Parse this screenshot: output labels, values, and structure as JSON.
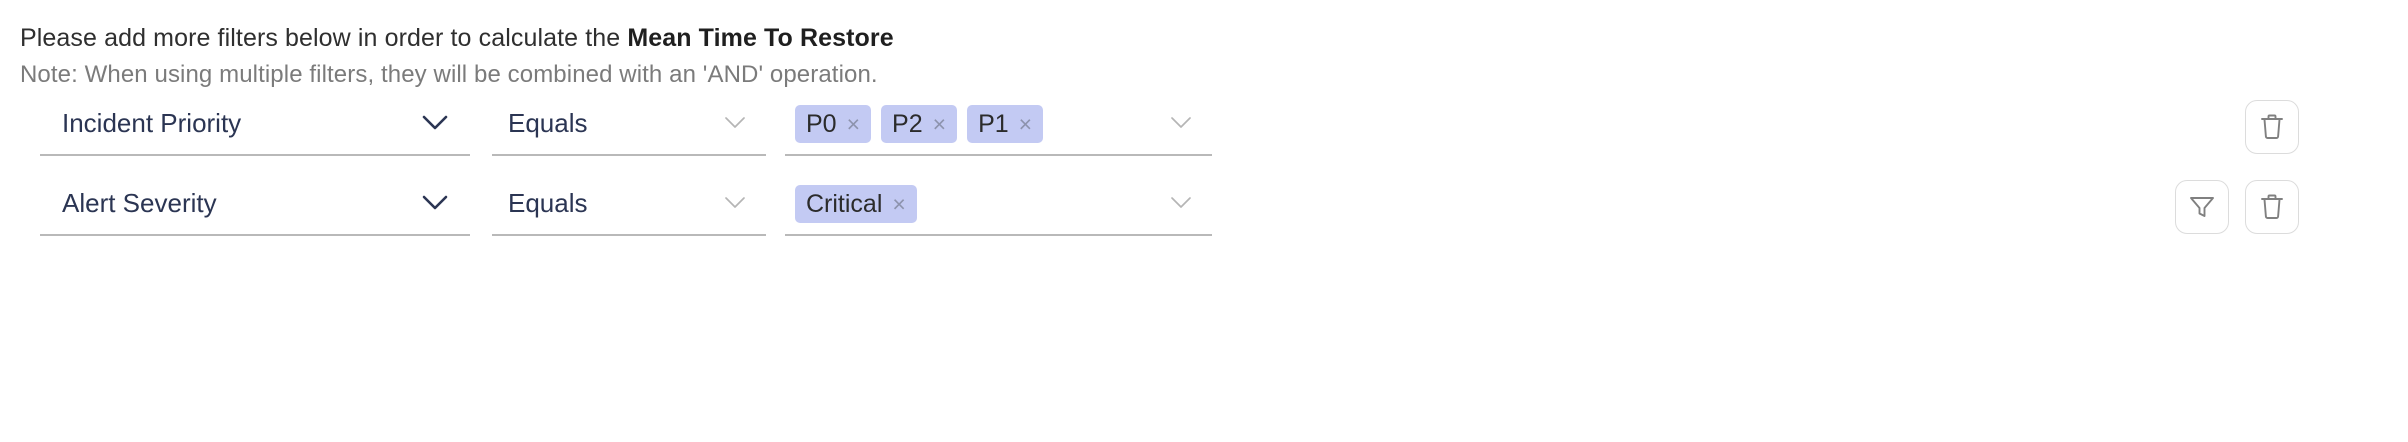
{
  "heading": {
    "prefix": "Please add more filters below in order to calculate the ",
    "metric": "Mean Time To Restore",
    "note": "Note: When using multiple filters, they will be combined with an 'AND' operation."
  },
  "icons": {
    "chevron_down": "chevron-down-icon",
    "trash": "trash-icon",
    "funnel": "funnel-icon",
    "remove": "×"
  },
  "colors": {
    "chip_background": "#c3caf3",
    "field_text": "#2b3553",
    "underline": "#b9b9b9",
    "note_text": "#7b7b7b"
  },
  "filters": [
    {
      "attribute": "Incident Priority",
      "operator": "Equals",
      "values": [
        "P0",
        "P2",
        "P1"
      ],
      "actions": [
        "trash"
      ]
    },
    {
      "attribute": "Alert Severity",
      "operator": "Equals",
      "values": [
        "Critical"
      ],
      "actions": [
        "funnel",
        "trash"
      ]
    }
  ]
}
